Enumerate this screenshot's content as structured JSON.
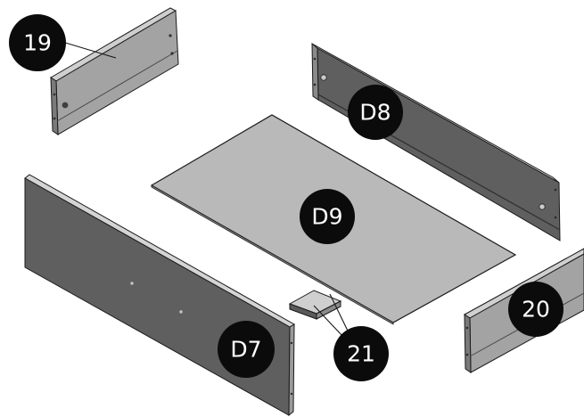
{
  "diagram": {
    "style": "exploded isometric assembly drawing",
    "colors": {
      "background": "#ffffff",
      "panel_face_dark": "#5f5f5f",
      "panel_face_light": "#a3a3a3",
      "panel_edge": "#c8c8c8",
      "outline": "#1a1a1a",
      "bottom_board": "#b9b9b9",
      "callout_fill": "#0b0b0b",
      "callout_text": "#ffffff"
    },
    "parts": [
      {
        "id": "19",
        "label": "19",
        "description": "short side panel"
      },
      {
        "id": "D8",
        "label": "D8",
        "description": "back panel"
      },
      {
        "id": "D9",
        "label": "D9",
        "description": "bottom board"
      },
      {
        "id": "D7",
        "label": "D7",
        "description": "front panel"
      },
      {
        "id": "20",
        "label": "20",
        "description": "short side panel"
      },
      {
        "id": "21",
        "label": "21",
        "description": "support strip"
      }
    ]
  }
}
